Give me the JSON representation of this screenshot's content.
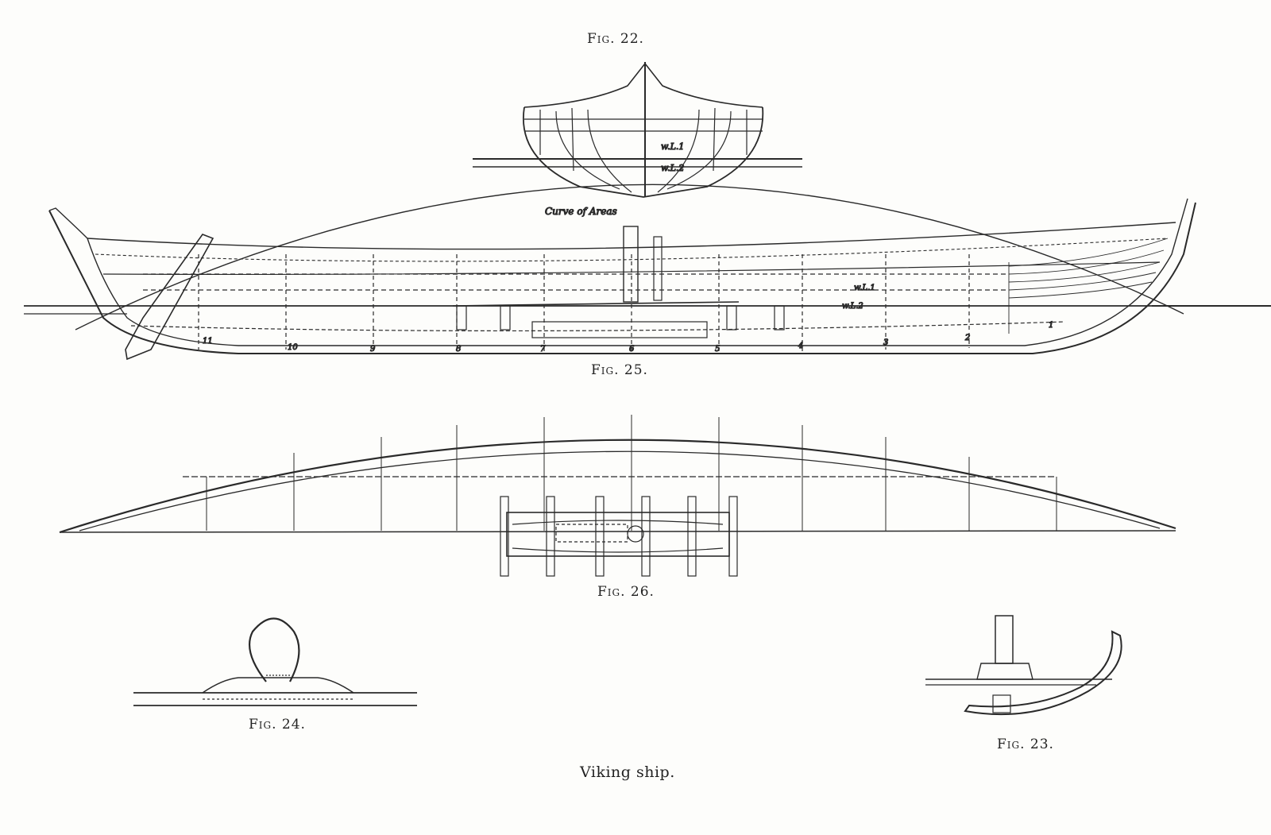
{
  "figures": {
    "fig22": {
      "caption": "Fig. 22."
    },
    "fig25": {
      "caption": "Fig. 25."
    },
    "fig26": {
      "caption": "Fig. 26."
    },
    "fig24": {
      "caption": "Fig. 24."
    },
    "fig23": {
      "caption": "Fig. 23."
    }
  },
  "main_caption": "Viking ship.",
  "annotations": {
    "curve_of_areas": "Curve of Areas",
    "wl1": "w.L.1",
    "wl2": "w.L.2",
    "station_numbers": [
      "11",
      "10",
      "9",
      "8",
      "7",
      "6",
      "5",
      "4",
      "3",
      "2",
      "1"
    ]
  },
  "colors": {
    "ink": "#2a2a2a",
    "paper": "#fdfdfb"
  }
}
